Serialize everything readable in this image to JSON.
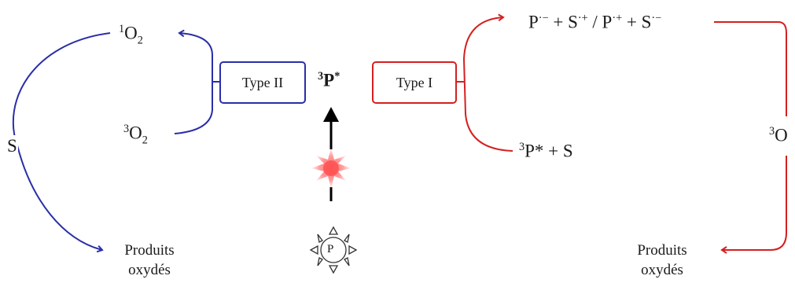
{
  "colors": {
    "type_ii": "#2a2ea8",
    "type_i": "#d42020",
    "text": "#1a1a1a"
  },
  "labels": {
    "singlet_oxygen": {
      "sup": "1",
      "base": "O",
      "sub": "2"
    },
    "triplet_oxygen": {
      "sup": "3",
      "base": "O",
      "sub": "2"
    },
    "substrate_left": "S",
    "type_ii": "Type II",
    "type_i": "Type I",
    "triplet_center": {
      "sup": "3",
      "base": "P",
      "sup2": "*"
    },
    "radical_ions": {
      "p1": "P",
      "r1": "·−",
      "p2": " + S",
      "r2": "·+",
      "p3": " / P",
      "r3": "·+",
      "p4": " + S",
      "r4": "·−"
    },
    "triplet_plus_s": {
      "sup": "3",
      "base": "P* + S"
    },
    "oxygen_right": {
      "sup": "3",
      "base": "O"
    },
    "products_left": [
      "Produits",
      "oxydés"
    ],
    "products_right": [
      "Produits",
      "oxydés"
    ],
    "photosensitizer": "P"
  },
  "icons": [
    "flash-icon",
    "sun-icon"
  ]
}
